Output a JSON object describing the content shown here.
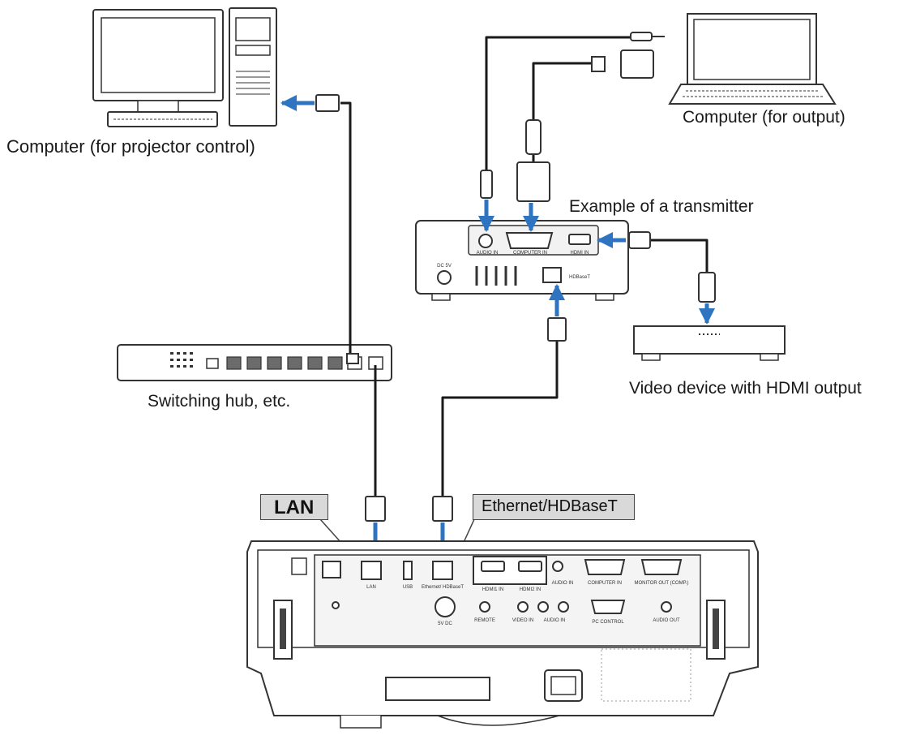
{
  "labels": {
    "computer_control": "Computer (for projector control)",
    "computer_output": "Computer (for output)",
    "transmitter": "Example of a transmitter",
    "video_device": "Video device with HDMI output",
    "switching_hub": "Switching hub, etc.",
    "lan_callout": "LAN",
    "ethernet_callout": "Ethernet/HDBaseT"
  },
  "transmitter_ports": {
    "audio_in": "AUDIO IN",
    "computer_in": "COMPUTER IN",
    "hdmi_in": "HDMI IN",
    "dc": "DC 5V",
    "hdbaset": "HDBaseT"
  },
  "projector_ports": {
    "lan": "LAN",
    "usb": "USB",
    "ethernet": "Ethernet/ HDBaseT",
    "hdmi1": "HDMI1 IN",
    "hdmi2": "HDMI2 IN",
    "audio_in": "AUDIO IN",
    "computer_in": "COMPUTER IN",
    "monitor_out": "MONITOR OUT (COMP.)",
    "dc_out": "5V DC",
    "remote": "REMOTE",
    "video_in": "VIDEO IN",
    "audio_in_lr": "AUDIO IN",
    "pc_control": "PC CONTROL",
    "audio_out": "AUDIO OUT"
  },
  "colors": {
    "arrow": "#2f74c0",
    "cable": "#1a1a1a",
    "outline": "#333333",
    "callout_bg": "#d9d9d9"
  }
}
